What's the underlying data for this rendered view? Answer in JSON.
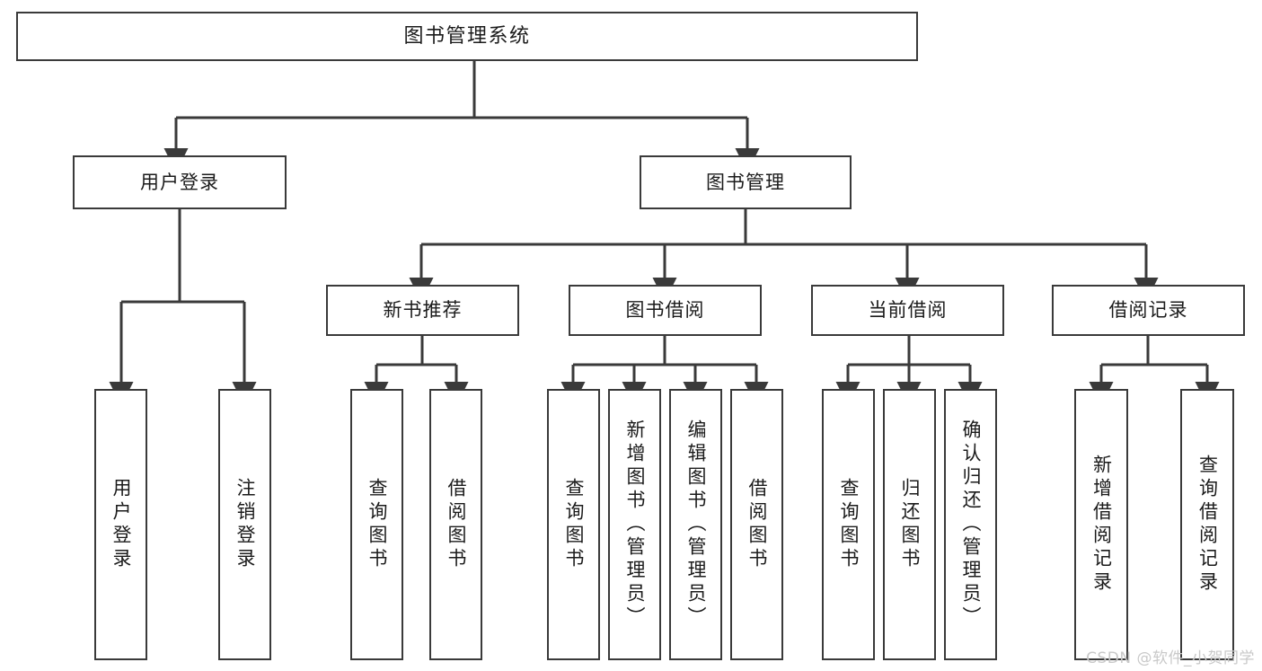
{
  "diagram": {
    "title": "图书管理系统",
    "type": "tree-hierarchy-chart",
    "watermark": "CSDN @软件_小贺同学",
    "colors": {
      "box_border": "#3a3a3a",
      "box_fill": "#ffffff",
      "connector": "#3a3a3a",
      "text": "#1b1b1b",
      "watermark": "#c9c9c9",
      "background": "#ffffff"
    }
  },
  "nodes": {
    "root": {
      "label": "图书管理系统"
    },
    "level2": [
      {
        "label": "用户登录"
      },
      {
        "label": "图书管理"
      }
    ],
    "level3": [
      {
        "label": "新书推荐"
      },
      {
        "label": "图书借阅"
      },
      {
        "label": "当前借阅"
      },
      {
        "label": "借阅记录"
      }
    ],
    "leaves": {
      "user_login": [
        {
          "label": "用户登录"
        },
        {
          "label": "注销登录"
        }
      ],
      "new_book_recommend": [
        {
          "label": "查询图书"
        },
        {
          "label": "借阅图书"
        }
      ],
      "book_borrow": [
        {
          "label": "查询图书"
        },
        {
          "label": "新增图书（管理员）"
        },
        {
          "label": "编辑图书（管理员）"
        },
        {
          "label": "借阅图书"
        }
      ],
      "current_borrow": [
        {
          "label": "查询图书"
        },
        {
          "label": "归还图书"
        },
        {
          "label": "确认归还（管理员）"
        }
      ],
      "borrow_record": [
        {
          "label": "新增借阅记录"
        },
        {
          "label": "查询借阅记录"
        }
      ]
    }
  }
}
